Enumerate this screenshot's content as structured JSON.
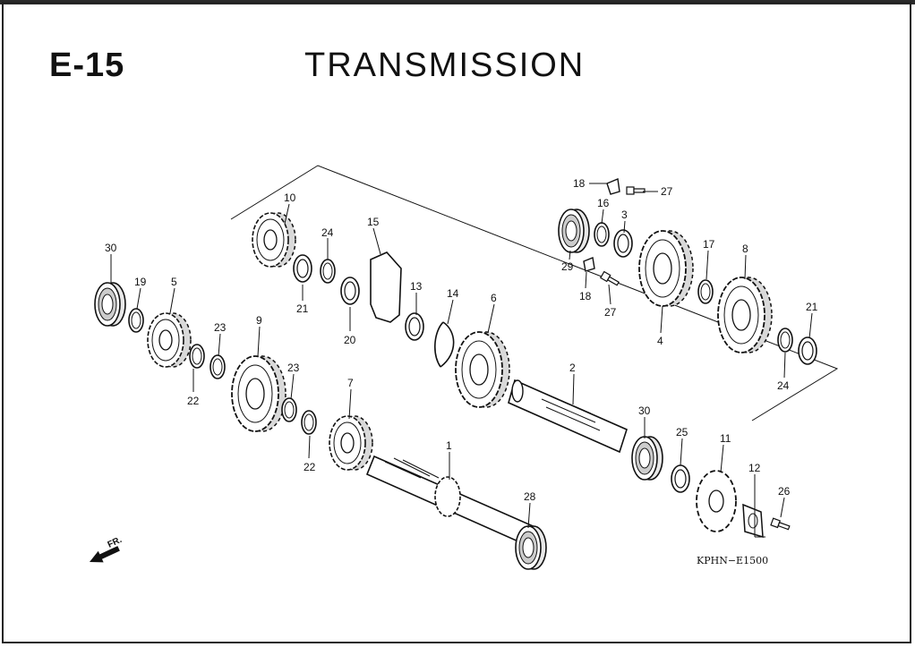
{
  "header": {
    "section": "E-15",
    "title": "TRANSMISSION"
  },
  "diagram_code": "KPHN−E1500",
  "direction_label": "FR.",
  "callouts": {
    "c10": "10",
    "c15": "15",
    "c24a": "24",
    "c21a": "21",
    "c20": "20",
    "c13": "13",
    "c14": "14",
    "c30a": "30",
    "c19": "19",
    "c5": "5",
    "c22a": "22",
    "c23a": "23",
    "c9": "9",
    "c23b": "23",
    "c22b": "22",
    "c7": "7",
    "c6": "6",
    "c1": "1",
    "c28": "28",
    "c2": "2",
    "c30b": "30",
    "c25": "25",
    "c11": "11",
    "c12": "12",
    "c26": "26",
    "c18a": "18",
    "c27a": "27",
    "c16": "16",
    "c3": "3",
    "c29": "29",
    "c18b": "18",
    "c27b": "27",
    "c4": "4",
    "c17": "17",
    "c8": "8",
    "c21b": "21",
    "c24b": "24"
  }
}
